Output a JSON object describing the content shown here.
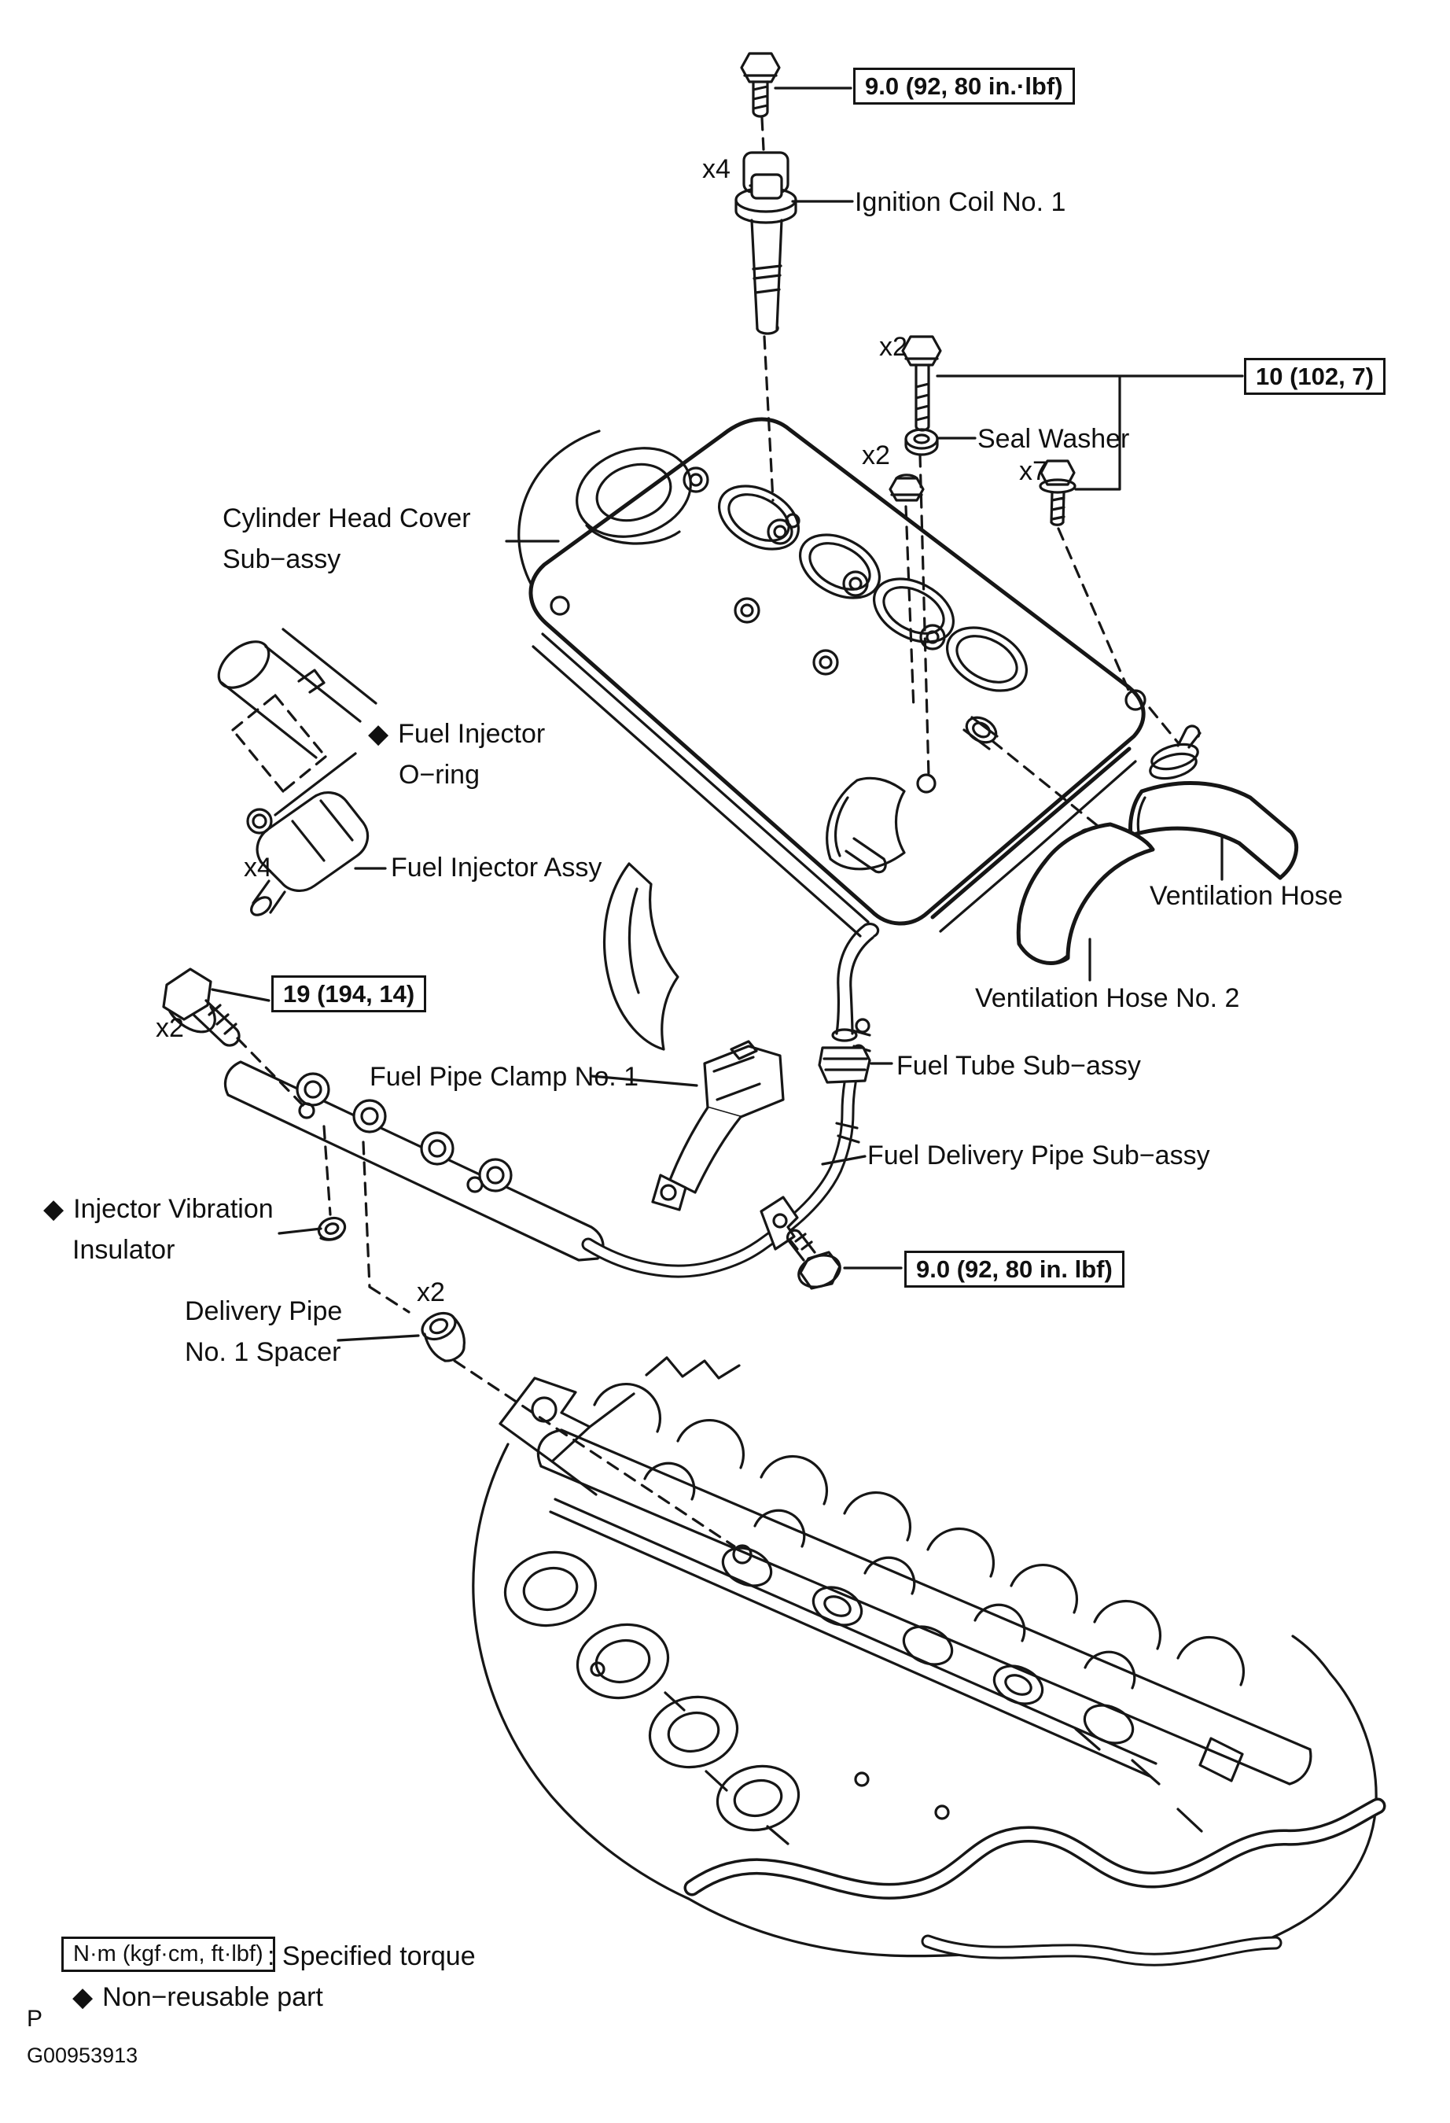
{
  "diagram": {
    "symbols": {
      "diamond": "◆"
    },
    "torques": {
      "coil_bolt": "9.0 (92, 80 in.·lbf)",
      "cover_bolts": "10 (102, 7)",
      "delivery_pipe_bolts": "19 (194, 14)",
      "fuel_tube_clamp_bolt": "9.0 (92, 80 in. lbf)"
    },
    "quantities": {
      "ignition_coil": "x4",
      "cover_stud": "x2",
      "cover_cap_nut": "x2",
      "cover_bolt": "x7",
      "fuel_injector": "x4",
      "delivery_pipe_bolt": "x2",
      "spacer": "x2"
    },
    "labels": {
      "ignition_coil": "Ignition Coil No. 1",
      "seal_washer": "Seal Washer",
      "cylinder_head_cover_line1": "Cylinder Head Cover",
      "cylinder_head_cover_line2": "Sub−assy",
      "fuel_injector_oring_line1": "Fuel Injector",
      "fuel_injector_oring_line2": "O−ring",
      "fuel_injector_assy": "Fuel Injector Assy",
      "ventilation_hose": "Ventilation Hose",
      "ventilation_hose_no2": "Ventilation Hose No. 2",
      "fuel_pipe_clamp_no1": "Fuel Pipe Clamp No. 1",
      "fuel_tube_subassy": "Fuel Tube Sub−assy",
      "fuel_delivery_pipe_subassy": "Fuel Delivery Pipe Sub−assy",
      "injector_vibration_line1": "Injector Vibration",
      "injector_vibration_line2": "Insulator",
      "delivery_pipe_spacer_line1": "Delivery Pipe",
      "delivery_pipe_spacer_line2": "No. 1 Spacer"
    },
    "legend": {
      "torque_symbol": "N·m (kgf·cm, ft·lbf)",
      "torque_meaning": ": Specified torque",
      "nonreusable_meaning": "Non−reusable part"
    },
    "footer": {
      "page_letter": "P",
      "figure_code": "G00953913"
    }
  }
}
